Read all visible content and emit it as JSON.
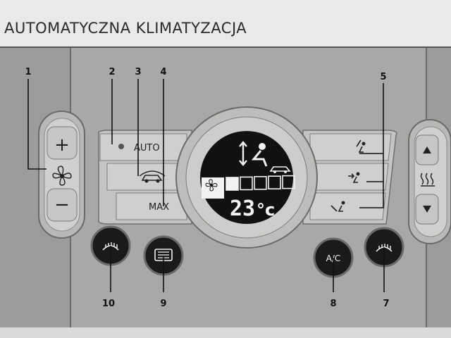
{
  "title": "AUTOMATYCZNA KLIMATYZACJA",
  "callouts": [
    "1",
    "2",
    "3",
    "4",
    "5",
    "7",
    "8",
    "9",
    "10"
  ],
  "fan_control": {
    "increase": "+",
    "decrease": "−",
    "icon": "fan-icon"
  },
  "left_buttons": {
    "auto": "AUTO",
    "recirculation_icon": "car-recirculation-icon",
    "max": "MAX"
  },
  "display": {
    "temperature": "23",
    "unit": "°c",
    "fan_bars_total": 5,
    "fan_bars_filled": 1
  },
  "right_buttons": [
    "airflow-upper-icon",
    "airflow-middle-icon",
    "airflow-lower-icon"
  ],
  "seat_heater": {
    "up_icon": "triangle-up-icon",
    "down_icon": "triangle-down-icon",
    "icon": "seat-heat-icon"
  },
  "round_buttons": {
    "ac": "A/C"
  }
}
